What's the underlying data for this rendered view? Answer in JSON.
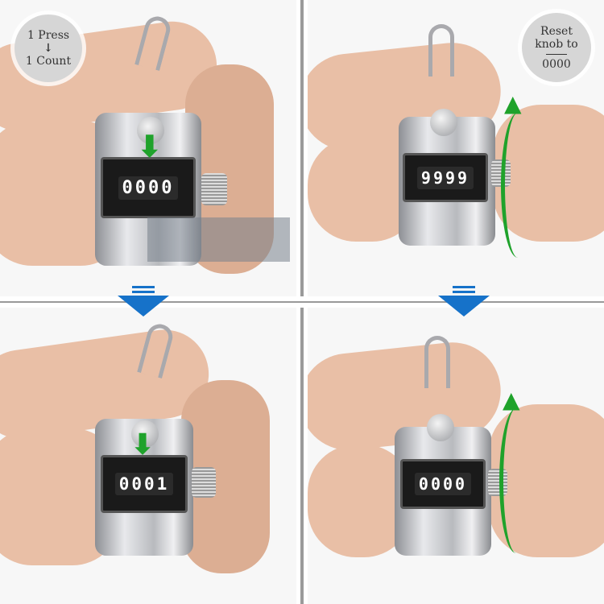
{
  "badges": {
    "press": {
      "line1": "1 Press",
      "arrow": "↓",
      "line2": "1 Count"
    },
    "reset": {
      "line1": "Reset",
      "line2": "knob to",
      "line3": "0000"
    }
  },
  "counters": {
    "top_left": "0000",
    "top_right": "9999",
    "bottom_left": "0001",
    "bottom_right": "0000"
  },
  "colors": {
    "green_arrow": "#1fa22b",
    "blue_arrow": "#1672c9",
    "divider": "#9a9a9a"
  }
}
